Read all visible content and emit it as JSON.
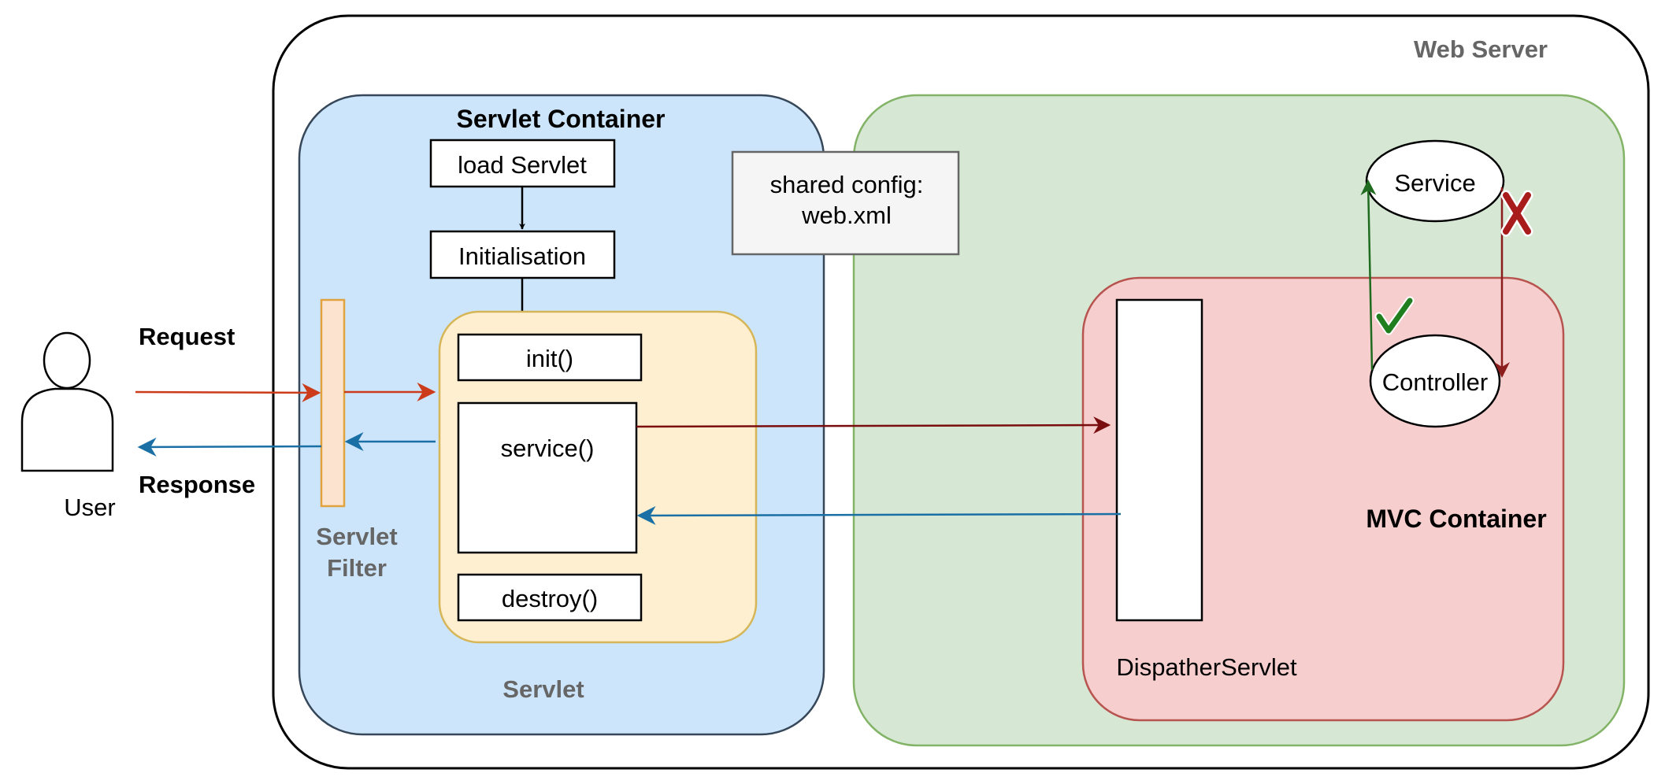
{
  "web_server": {
    "title": "Web Server"
  },
  "servlet_container": {
    "title": "Servlet Container",
    "load_step": "load Servlet",
    "init_step": "Initialisation",
    "servlet": {
      "label": "Servlet",
      "methods": {
        "init": "init()",
        "service": "service()",
        "destroy": "destroy()"
      }
    }
  },
  "shared_config": {
    "line1": "shared config:",
    "line2": "web.xml"
  },
  "user": {
    "label": "User"
  },
  "flow": {
    "request": "Request",
    "response": "Response"
  },
  "filter": {
    "line1": "Servlet",
    "line2": "Filter"
  },
  "mvc_container": {
    "title": "MVC Container",
    "dispatcher": "DispatherServlet",
    "service": "Service",
    "controller": "Controller"
  },
  "colors": {
    "servlet_container_fill": "#cce5fb",
    "servlet_fill": "#fdefd0",
    "filter_fill": "#fce3cf",
    "green_area_fill": "#d6e8d4",
    "mvc_fill": "#f5cecd",
    "request_arrow": "#cc3b1a",
    "response_arrow": "#1a6fa5",
    "dispatch_arrow": "#7a0e0e",
    "allowed_arrow": "#1f6b1f",
    "blocked_arrow": "#8b1d1d"
  }
}
